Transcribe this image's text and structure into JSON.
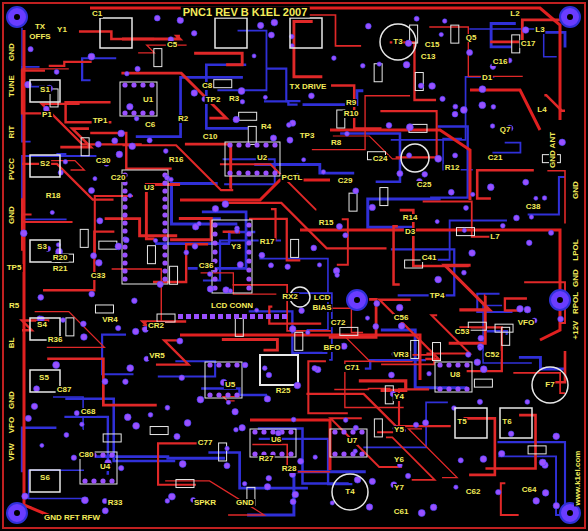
{
  "diagram": {
    "title": "PNC1 REV B K1EL 2007",
    "labels": [
      "TX",
      "OFFS",
      "Y1",
      "C1",
      "C5",
      "C8",
      "TP2",
      "R3",
      "TX DRIVE",
      "R9",
      "R10",
      "T3",
      "Q5",
      "C15",
      "C13",
      "D1",
      "L2",
      "L3",
      "C16",
      "C17",
      "L4",
      "Q7",
      "C21",
      "GND ANT",
      "S1",
      "P1",
      "TP1",
      "U1",
      "C6",
      "R2",
      "R4",
      "C10",
      "TP3",
      "R8",
      "C24",
      "R12",
      "C25",
      "C30",
      "R16",
      "U2",
      "PCTL",
      "C20",
      "U3",
      "S2",
      "R18",
      "Y3",
      "R17",
      "R15",
      "C29",
      "R14",
      "D3",
      "C41",
      "L7",
      "C38",
      "S3",
      "TP5",
      "R20",
      "R21",
      "R5",
      "C33",
      "C36",
      "LCD CONN",
      "RX2",
      "LCD",
      "BIAS",
      "C72",
      "C56",
      "TP4",
      "VFO",
      "C53",
      "C52",
      "S4",
      "R36",
      "VR4",
      "CR2",
      "VR5",
      "S5",
      "C87",
      "U5",
      "R25",
      "BFO",
      "C71",
      "VR3",
      "U8",
      "F7",
      "Y4",
      "Y5",
      "Y6",
      "Y7",
      "C68",
      "C80",
      "U4",
      "C77",
      "U6",
      "U7",
      "R27",
      "R28",
      "R33",
      "T4",
      "T5",
      "T6",
      "C62",
      "C64",
      "C61",
      "S6",
      "GND RFT RFW",
      "SPKR",
      "GND",
      "www.k1el.com",
      "GND",
      "TUNE",
      "RIT",
      "PVCC",
      "GND",
      "BL",
      "GND",
      "VFO",
      "VFW",
      "GND",
      "LPOL",
      "GND",
      "RPOL",
      "+12V"
    ]
  }
}
